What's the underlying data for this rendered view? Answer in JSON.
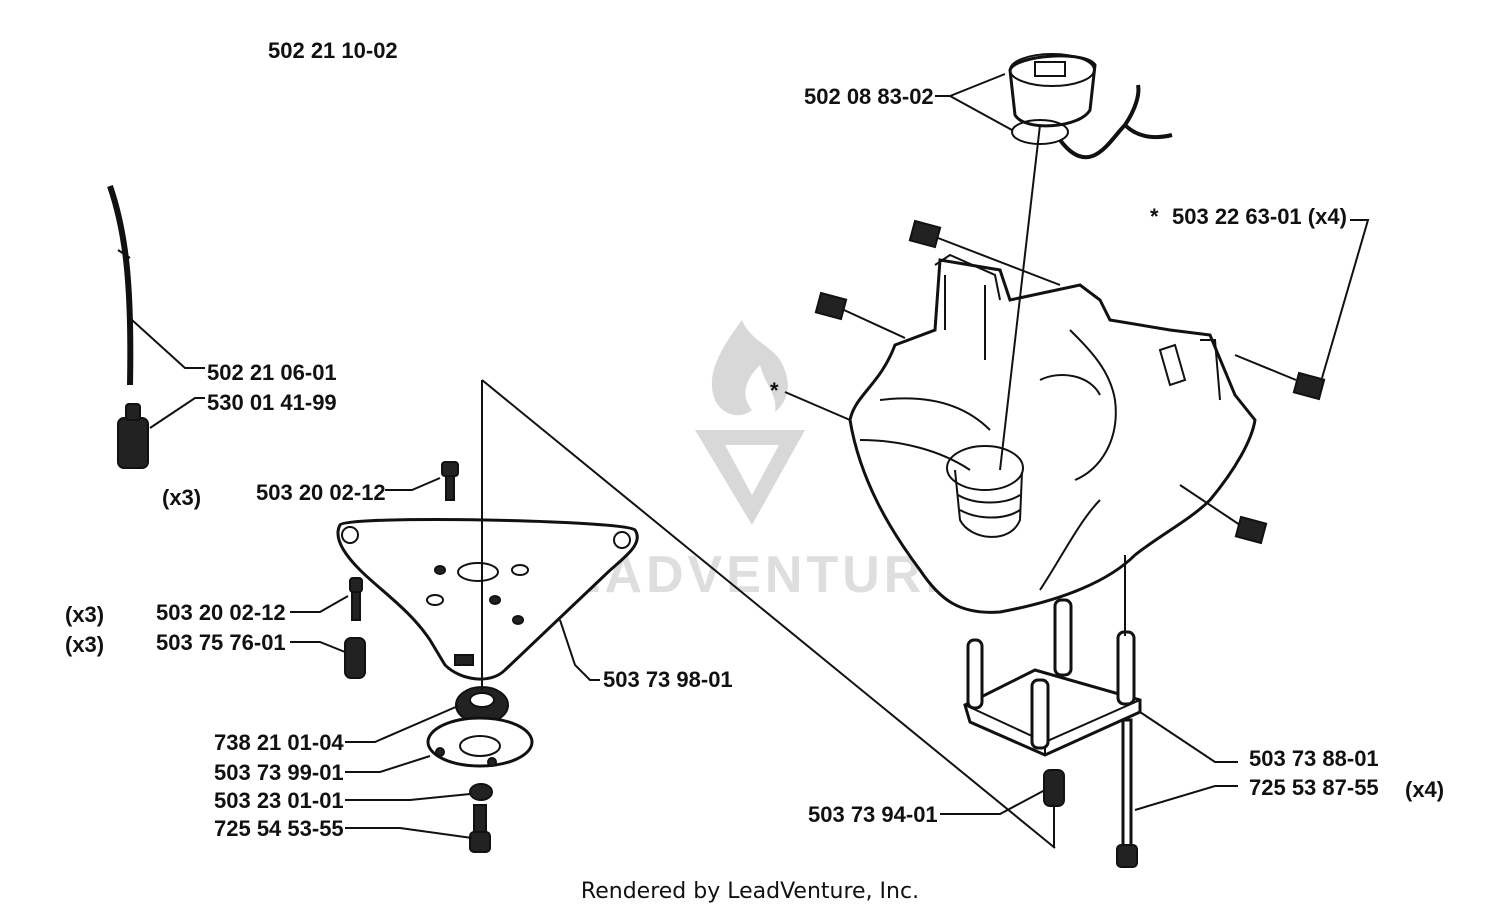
{
  "header": {
    "assembly_number": "502 21 10-02"
  },
  "watermark": {
    "text": "LEADVENTURE"
  },
  "callouts": {
    "c1": "502 08 83-02",
    "c2": "503 22 63-01 (x4)",
    "c2_star": "*",
    "c3": "502 21 06-01",
    "c4": "530 01 41-99",
    "c5": "503 20 02-12",
    "c6": "503 20 02-12",
    "c7": "503 75 76-01",
    "c8": "503 73 98-01",
    "c9": "738 21 01-04",
    "c10": "503 73 99-01",
    "c11": "503 23 01-01",
    "c12": "725 54 53-55",
    "c13": "503 73 88-01",
    "c14": "725 53 87-55",
    "c15": "503 73 94-01",
    "crankcase_star": "*"
  },
  "quantities": {
    "q1": "(x3)",
    "q2": "(x3)",
    "q3": "(x3)",
    "q4": "(x4)"
  },
  "footer": {
    "text": "Rendered by LeadVenture, Inc."
  }
}
